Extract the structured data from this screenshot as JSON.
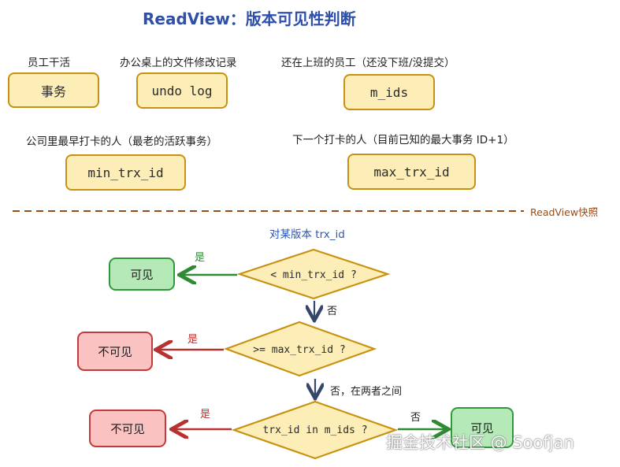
{
  "title": "ReadView：版本可见性判断",
  "concepts": [
    {
      "label": "员工干活",
      "box": "事务"
    },
    {
      "label": "办公桌上的文件修改记录",
      "box": "undo log"
    },
    {
      "label": "还在上班的员工（还没下班/没提交）",
      "box": "m_ids"
    },
    {
      "label": "公司里最早打卡的人（最老的活跃事务）",
      "box": "min_trx_id"
    },
    {
      "label": "下一个打卡的人（目前已知的最大事务 ID+1）",
      "box": "max_trx_id"
    }
  ],
  "divider_label": "ReadView快照",
  "flow": {
    "subject": "对某版本 trx_id",
    "decisions": [
      {
        "text": "< min_trx_id ?",
        "yes_label": "是",
        "yes_result": "可见",
        "no_label": "否"
      },
      {
        "text": ">= max_trx_id ?",
        "yes_label": "是",
        "yes_result": "不可见",
        "no_label": "否，在两者之间"
      },
      {
        "text": "trx_id in m_ids ?",
        "yes_label": "是",
        "yes_result": "不可见",
        "no_label": "否",
        "no_result": "可见"
      }
    ]
  },
  "watermark": "掘金技术社区 @ Soofjan",
  "colors": {
    "title": "#2f4fa8",
    "box_fill": "#fdeeb8",
    "box_border": "#c79210",
    "divider": "#9a4a12",
    "visible_fill": "#b5eab8",
    "visible_border": "#2f9a39",
    "invisible_fill": "#fbc2c2",
    "invisible_border": "#c23a3a",
    "arrow_yes_visible": "#2f8a34",
    "arrow_yes_invisible": "#b83232",
    "arrow_down": "#34466a"
  }
}
